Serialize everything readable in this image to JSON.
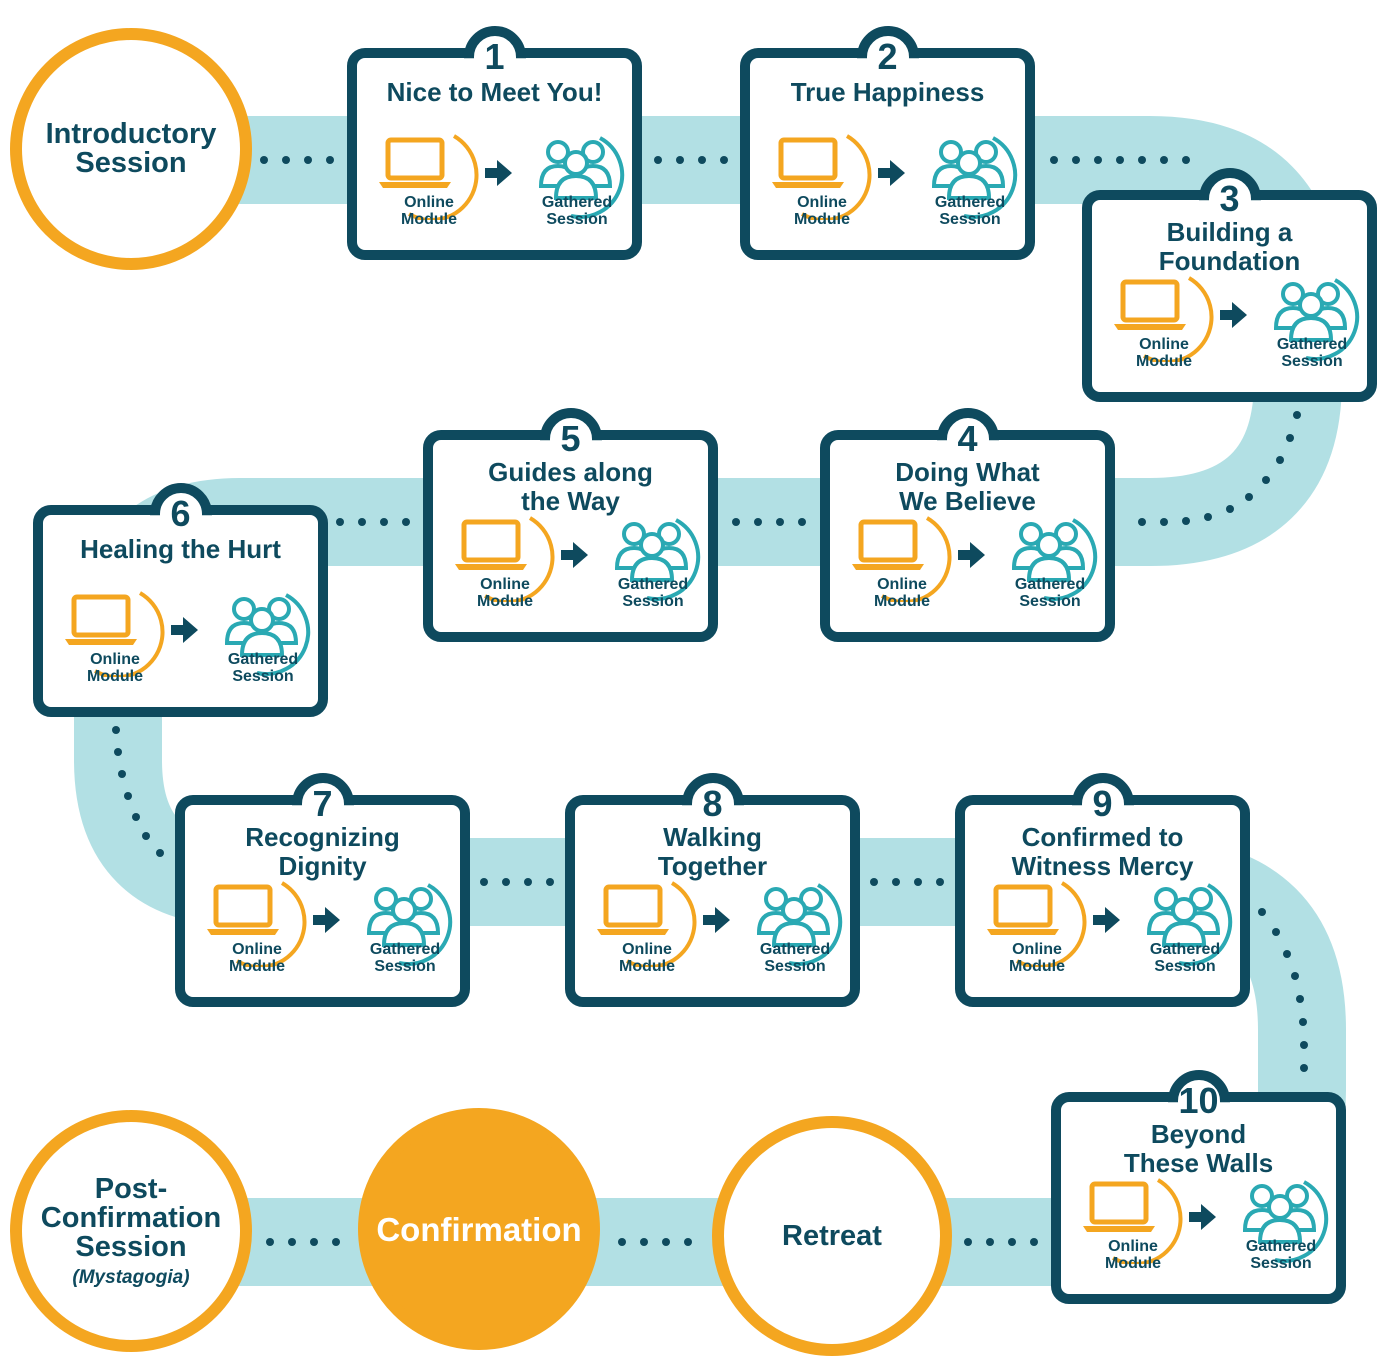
{
  "colors": {
    "orange": "#f4a620",
    "navy": "#0e4a5e",
    "path": "#b2e0e4",
    "teal": "#2aa9b3"
  },
  "icon_names": {
    "laptop": "laptop-icon",
    "arrow": "arrow-right-icon",
    "people": "people-group-icon"
  },
  "intro": {
    "label": "Introductory Session"
  },
  "labels": {
    "online": "Online Module",
    "gathered": "Gathered Session"
  },
  "steps": [
    {
      "number": "1",
      "title": "Nice to Meet You!"
    },
    {
      "number": "2",
      "title": "True Happiness"
    },
    {
      "number": "3",
      "title": "Building a Foundation"
    },
    {
      "number": "4",
      "title": "Doing What We Believe"
    },
    {
      "number": "5",
      "title": "Guides along the Way"
    },
    {
      "number": "6",
      "title": "Healing the Hurt"
    },
    {
      "number": "7",
      "title": "Recognizing Dignity"
    },
    {
      "number": "8",
      "title": "Walking Together"
    },
    {
      "number": "9",
      "title": "Confirmed to Witness Mercy"
    },
    {
      "number": "10",
      "title": "Beyond These Walls"
    }
  ],
  "retreat": {
    "label": "Retreat"
  },
  "confirmation": {
    "label": "Confirmation"
  },
  "post": {
    "label": "Post-Confirmation Session",
    "sub": "(Mystagogia)"
  }
}
